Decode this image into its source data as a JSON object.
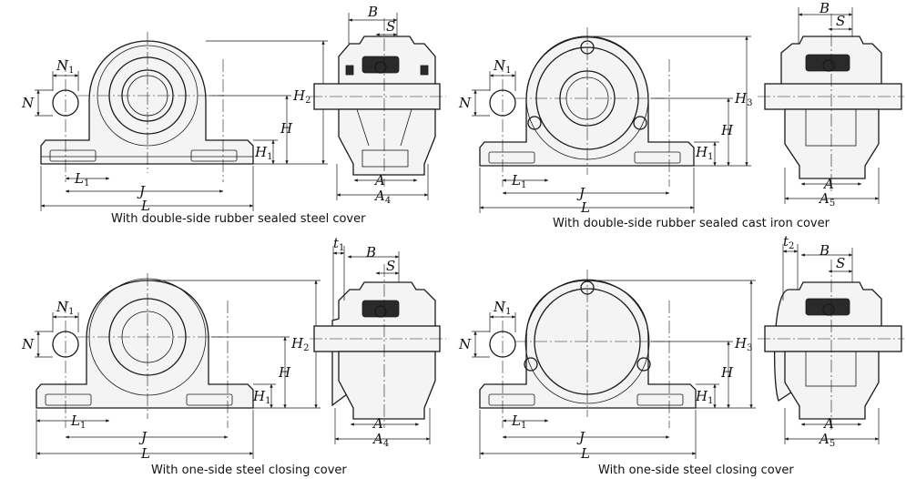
{
  "captions": {
    "top_left": "With double-side rubber sealed steel cover",
    "top_right": "With double-side rubber sealed cast iron cover",
    "bottom_left": "With one-side steel closing cover",
    "bottom_right": "With one-side steel closing cover"
  },
  "labels": {
    "N": "N",
    "N1_base": "N",
    "one": "1",
    "H": "H",
    "H1_base": "H",
    "H2_base": "H",
    "two": "2",
    "H3_base": "H",
    "three": "3",
    "L": "L",
    "L1_base": "L",
    "J": "J",
    "A": "A",
    "A4_base": "A",
    "four": "4",
    "A5_base": "A",
    "five": "5",
    "B": "B",
    "S": "S",
    "t1_base": "t",
    "t2_base": "t"
  }
}
